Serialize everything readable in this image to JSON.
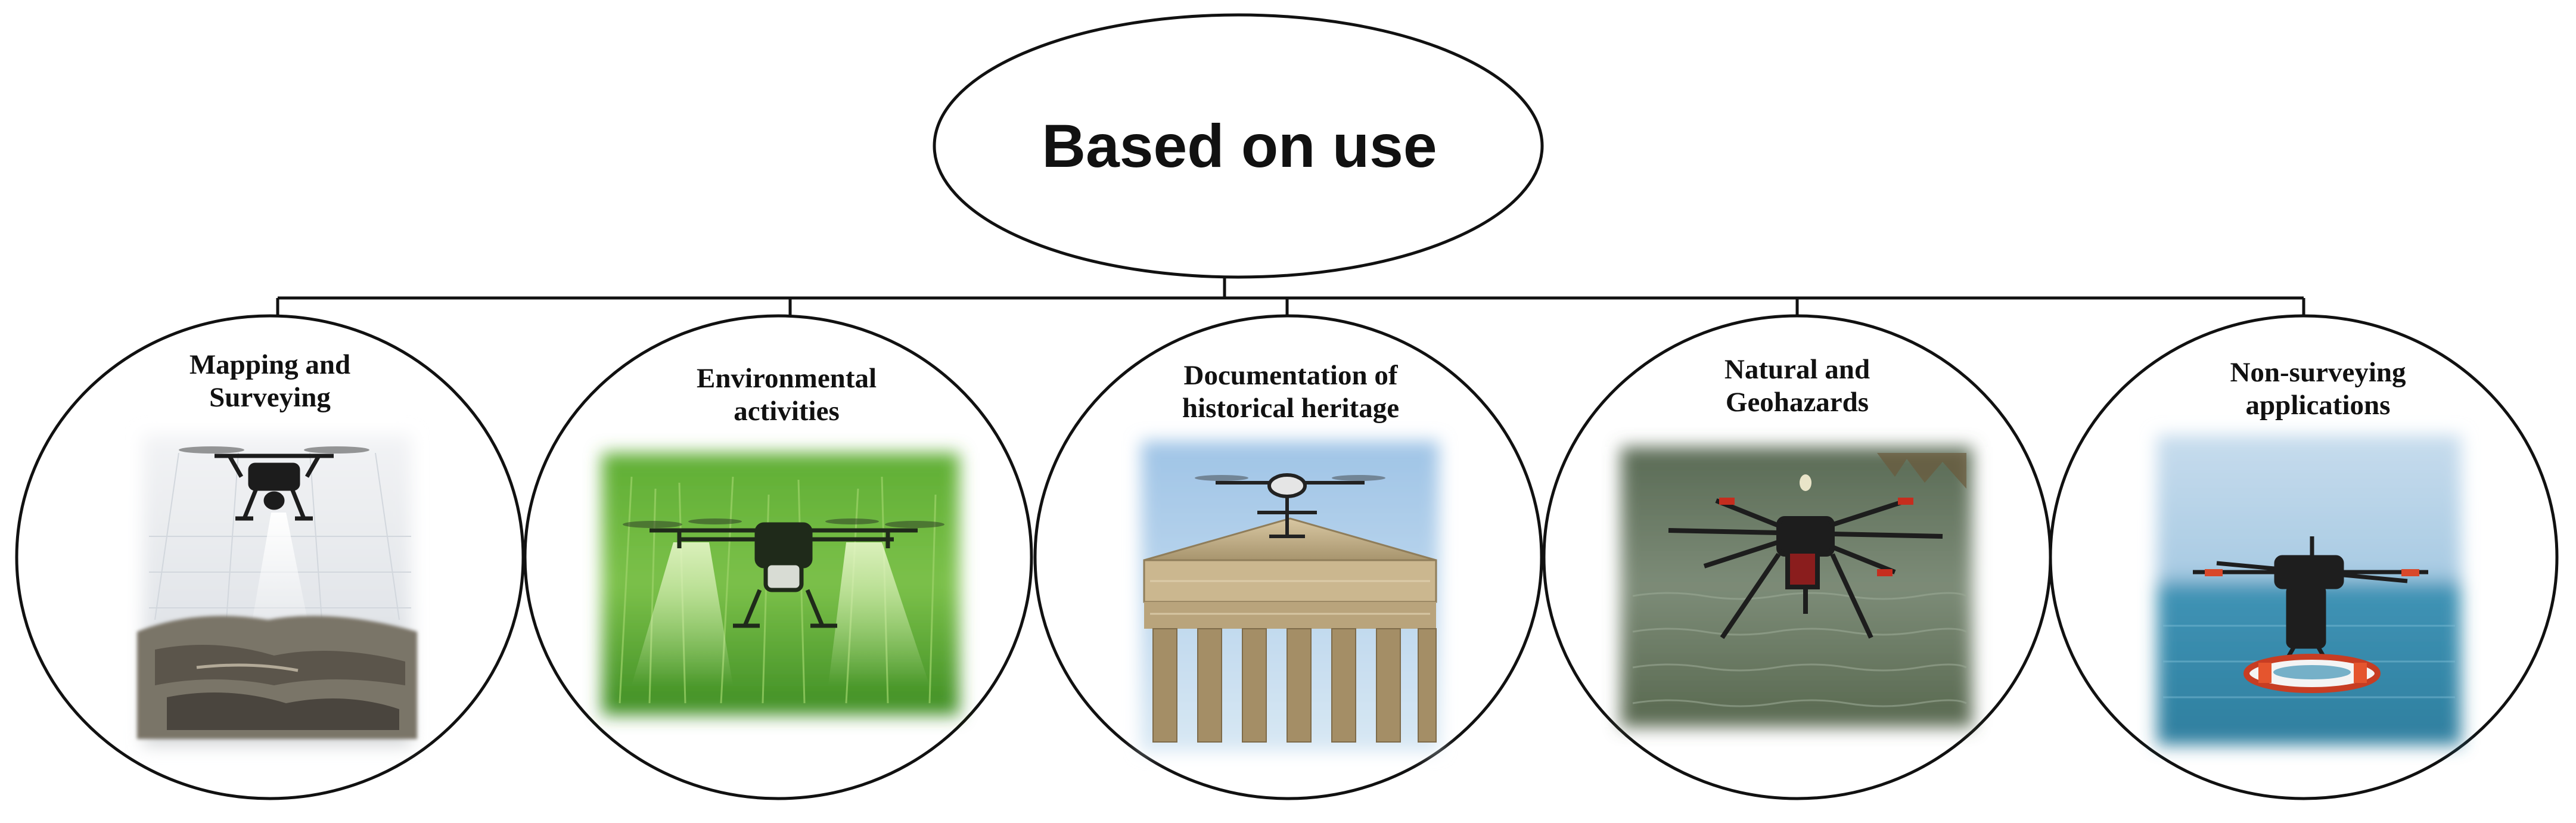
{
  "diagram": {
    "root": {
      "label": "Based on use"
    },
    "categories": [
      {
        "id": "mapping",
        "line1": "Mapping and",
        "line2": "Surveying"
      },
      {
        "id": "environmental",
        "line1": "Environmental",
        "line2": "activities"
      },
      {
        "id": "heritage",
        "line1": "Documentation of",
        "line2": "historical heritage"
      },
      {
        "id": "geohazards",
        "line1": "Natural and",
        "line2": "Geohazards"
      },
      {
        "id": "nonsurvey",
        "line1": "Non-surveying",
        "line2": "applications"
      }
    ]
  },
  "colors": {
    "outline": "#111111",
    "sky": "#b9d3e8",
    "grass": "#4f9e2c",
    "water": "#6a7a68",
    "sea": "#4f9fbd",
    "stone": "#c9b48c"
  }
}
